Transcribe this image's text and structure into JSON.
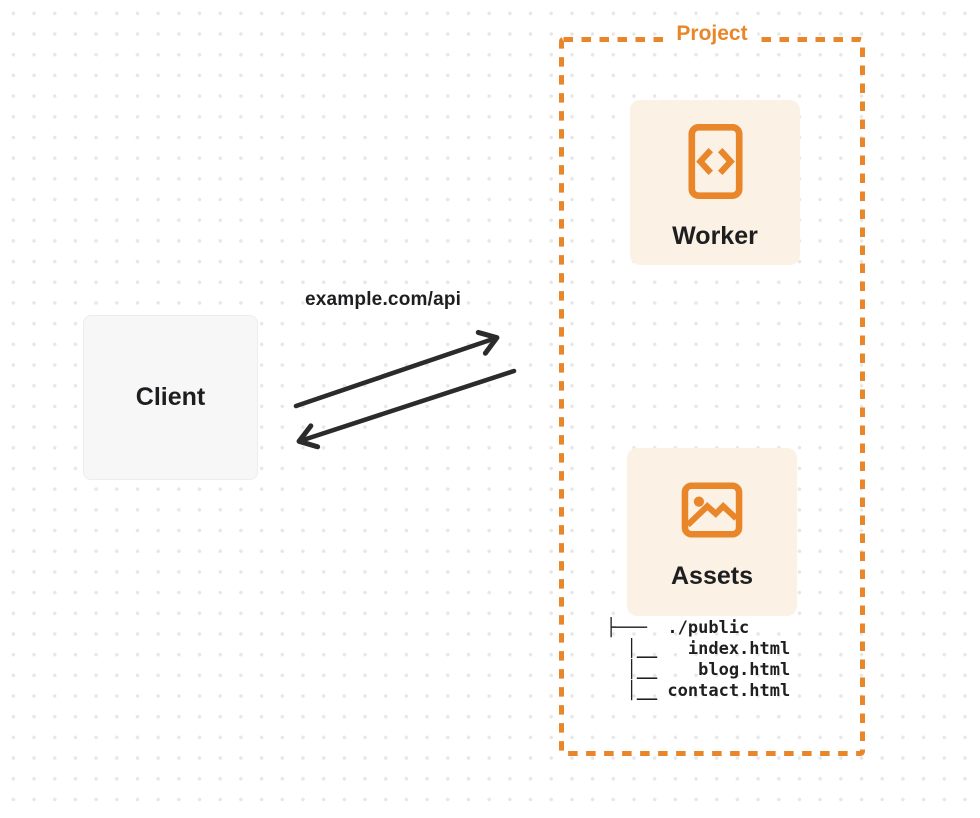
{
  "diagram": {
    "client": {
      "label": "Client"
    },
    "arrows": {
      "request": {
        "label": "example.com/api",
        "direction": "client-to-project"
      },
      "response": {
        "direction": "project-to-client"
      }
    },
    "project": {
      "label": "Project",
      "nodes": [
        {
          "label": "Worker",
          "icon": "code-file-icon"
        },
        {
          "label": "Assets",
          "icon": "image-icon"
        }
      ],
      "file_tree": {
        "lines": [
          "├───  ./public",
          "  │__   index.html",
          "  │__    blog.html",
          "  │__ contact.html"
        ]
      }
    },
    "colors": {
      "accent_orange": "#EA862A",
      "card_cream": "#FBF1E4",
      "client_gray": "#F7F7F8",
      "arrow_dark": "#2B2B2C",
      "text_dark": "#1D1E20",
      "dot_grid": "#E7E7E7"
    }
  }
}
